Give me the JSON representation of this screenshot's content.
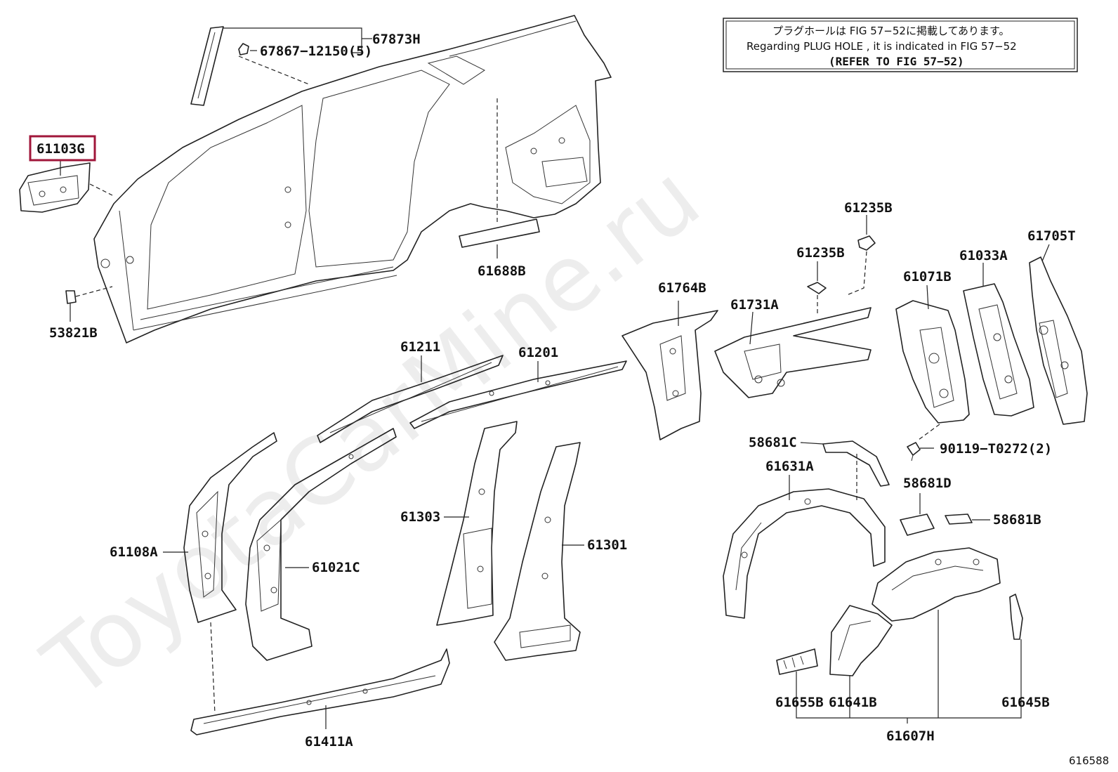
{
  "watermark": "ToyotaCarMine.ru",
  "note": {
    "line_jp": "プラグホールは FIG 57−52に掲載してあります。",
    "line_en": "Regarding  PLUG  HOLE , it is indicated in FIG  57−52",
    "line_ref": "(REFER TO FIG 57−52)"
  },
  "figure_number": "616588",
  "highlighted_part": "61103G",
  "parts": {
    "p61103G": "61103G",
    "p67873H": "67873H",
    "p67867": "67867−12150(5)",
    "p53821B": "53821B",
    "p61688B": "61688B",
    "p61235B_a": "61235B",
    "p61235B_b": "61235B",
    "p61705T": "61705T",
    "p61033A": "61033A",
    "p61071B": "61071B",
    "p61764B": "61764B",
    "p61731A": "61731A",
    "p61211": "61211",
    "p61201": "61201",
    "p90119": "90119−T0272(2)",
    "p58681C": "58681C",
    "p61631A": "61631A",
    "p58681D": "58681D",
    "p58681B": "58681B",
    "p61303": "61303",
    "p61301": "61301",
    "p61108A": "61108A",
    "p61021C": "61021C",
    "p61655B": "61655B",
    "p61641B": "61641B",
    "p61645B": "61645B",
    "p61607H": "61607H",
    "p61411A": "61411A"
  }
}
